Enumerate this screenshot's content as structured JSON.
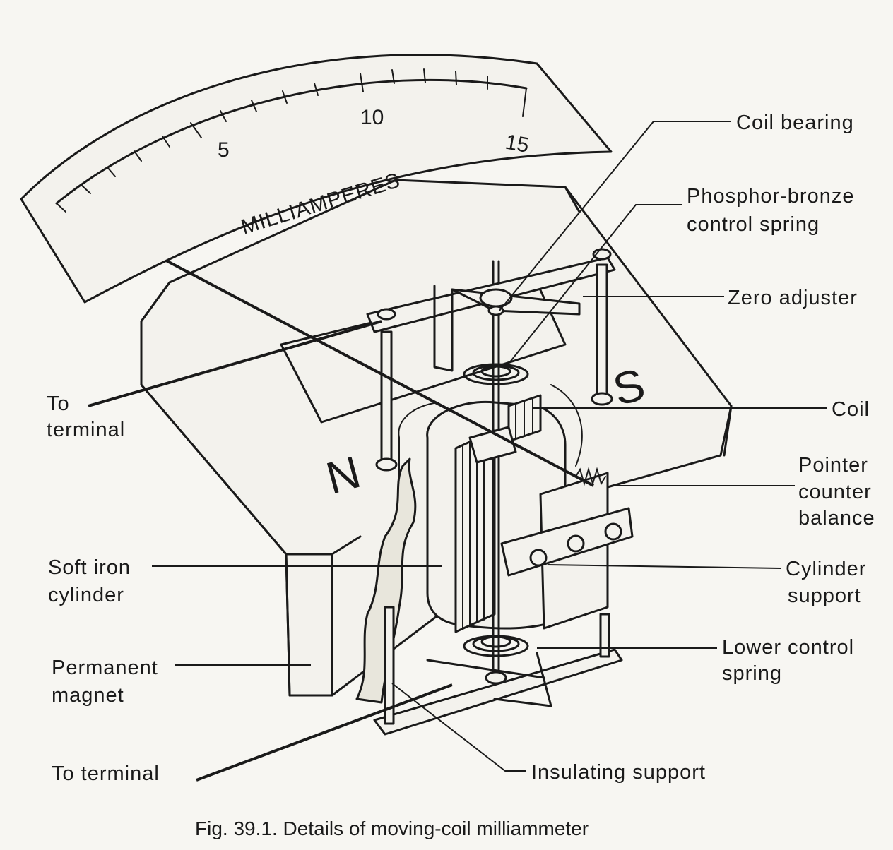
{
  "scale": {
    "unit_label": "MILLIAMPERES",
    "numbers": [
      "5",
      "10",
      "15"
    ]
  },
  "poles": {
    "north": "N",
    "south": "S"
  },
  "labels": {
    "coil_bearing": "Coil bearing",
    "phosphor_bronze_1": "Phosphor-bronze",
    "phosphor_bronze_2": "control spring",
    "zero_adjuster": "Zero adjuster",
    "to_terminal_top_1": "To",
    "to_terminal_top_2": "terminal",
    "coil": "Coil",
    "pointer_cb_1": "Pointer",
    "pointer_cb_2": "counter",
    "pointer_cb_3": "balance",
    "cylinder_support_1": "Cylinder",
    "cylinder_support_2": "support",
    "soft_iron_1": "Soft iron",
    "soft_iron_2": "cylinder",
    "lower_spring_1": "Lower control",
    "lower_spring_2": "spring",
    "permanent_magnet_1": "Permanent",
    "permanent_magnet_2": "magnet",
    "to_terminal_bottom": "To terminal",
    "insulating_support": "Insulating support"
  },
  "caption": "Fig. 39.1. Details of moving-coil milliammeter"
}
